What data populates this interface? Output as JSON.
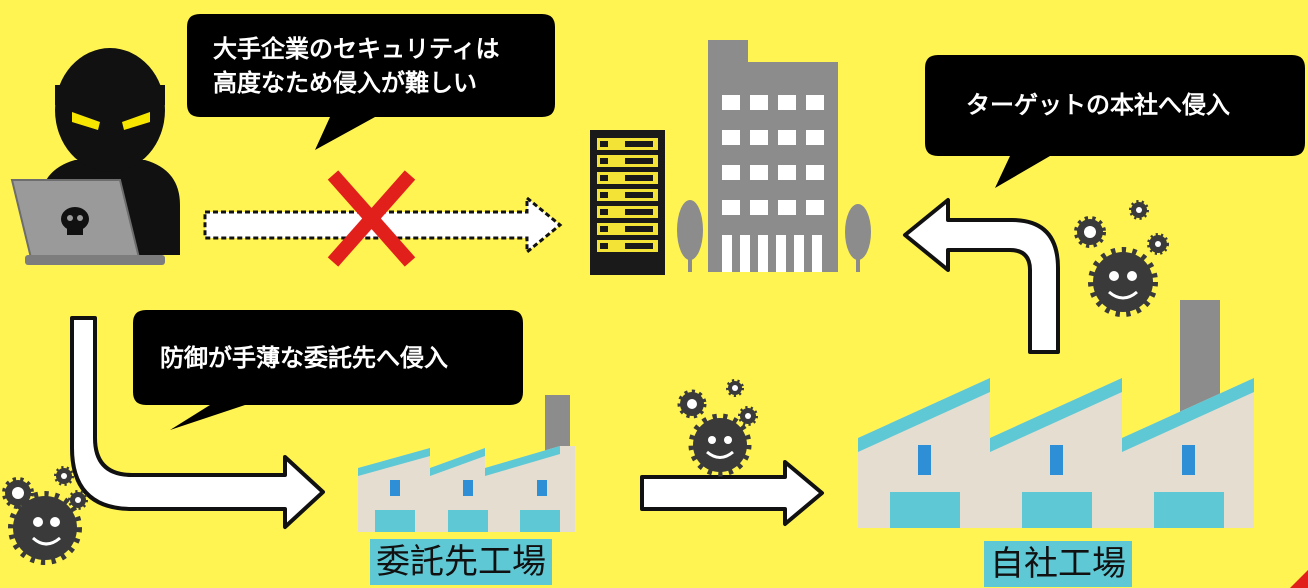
{
  "bubbles": {
    "top_left": [
      "大手企業のセキュリティは",
      "高度なため侵入が難しい"
    ],
    "top_right": "ターゲットの本社へ侵入",
    "middle_left": "防御が手薄な委託先へ侵入"
  },
  "captions": {
    "contractor_factory": "委託先工場",
    "own_factory": "自社工場"
  },
  "icons": {
    "hacker": "hacker-icon",
    "laptop": "laptop-icon",
    "skull": "skull-icon",
    "server": "server-rack-icon",
    "office": "office-building-icon",
    "factory": "factory-icon",
    "virus": "virus-icon",
    "blocked": "red-x-icon"
  },
  "colors": {
    "background": "#fff451",
    "bubble": "#000000",
    "blocked_x": "#e2201b",
    "factory_wall": "#e4ddd0",
    "factory_roof": "#5ec8d4",
    "factory_window": "#2f8fd6",
    "building": "#8c8c8c",
    "server": "#1a1a1a",
    "server_accent": "#f3e337",
    "caption_highlight": "#5ec8d4"
  }
}
